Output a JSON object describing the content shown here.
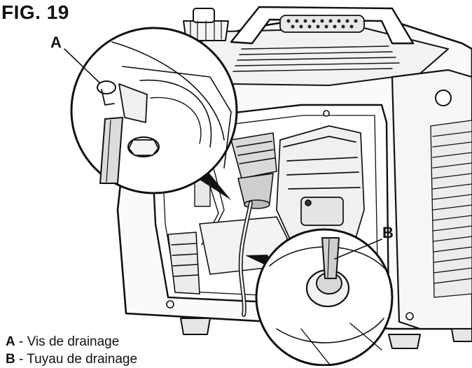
{
  "figure": {
    "title": "FIG. 19",
    "callouts": {
      "a": "A",
      "b": "B"
    },
    "legend": [
      {
        "key": "A",
        "sep": " - ",
        "text": "Vis de drainage"
      },
      {
        "key": "B",
        "sep": " - ",
        "text": "Tuyau de drainage"
      }
    ]
  }
}
